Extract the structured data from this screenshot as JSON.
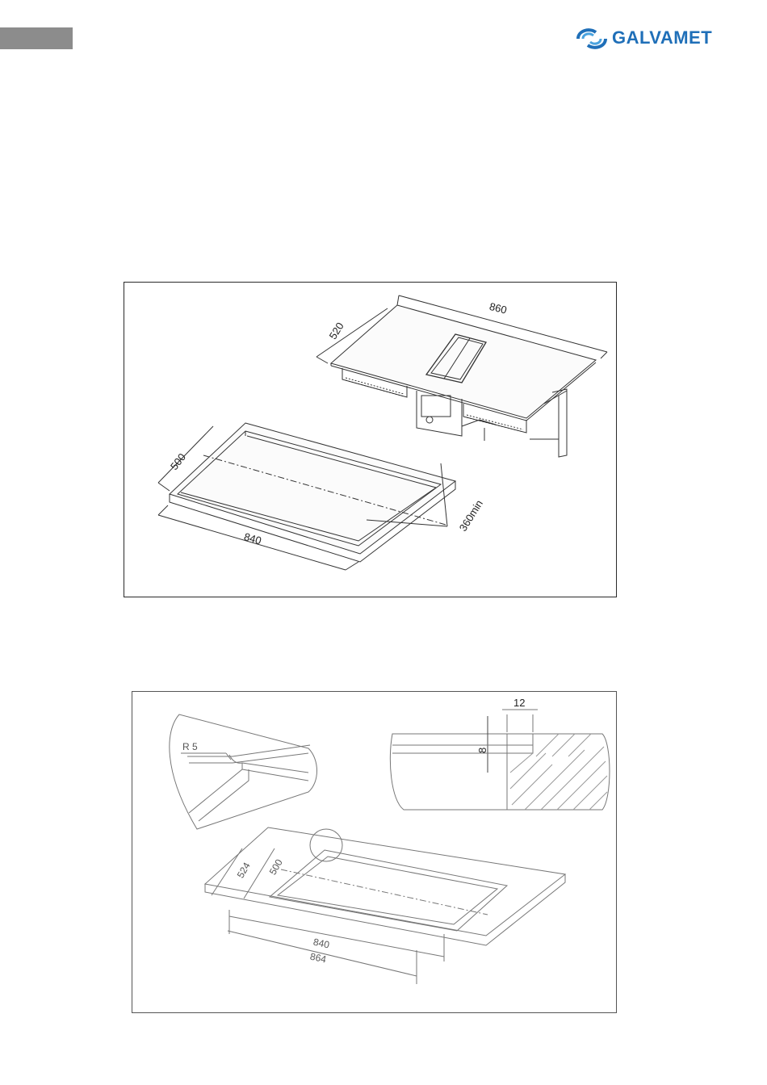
{
  "header": {
    "brand": "GALVAMET",
    "brand_color": "#1f6fb8",
    "logo_icon": "galvamet-swirl-icon"
  },
  "figure1": {
    "dim_hob_depth": "520",
    "dim_hob_width": "860",
    "dim_cutout_depth": "500",
    "dim_cutout_width": "840",
    "dim_min_depth": "360min"
  },
  "figure2": {
    "radius_label": "R 5",
    "dim_step": "12",
    "dim_height": "8",
    "dim_outer_depth": "524",
    "dim_inner_depth": "500",
    "dim_inner_width": "840",
    "dim_outer_width": "864"
  }
}
